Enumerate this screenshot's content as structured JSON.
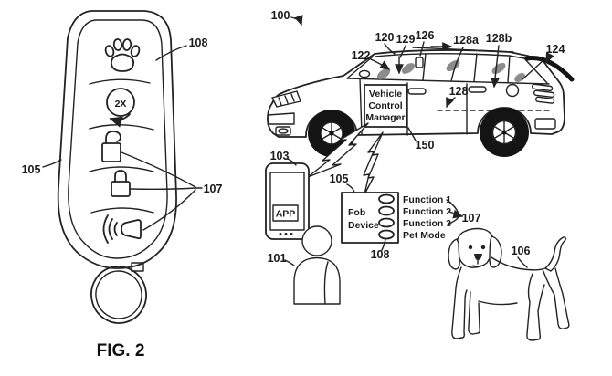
{
  "page": {
    "background": "#ffffff",
    "ink": "#222222",
    "pet_shade": "#8c8c8c"
  },
  "fig2": {
    "caption": "FIG. 2",
    "remote_start_text": "2X",
    "labels": {
      "shell": "105",
      "button_panel": "108",
      "buttons": "107"
    },
    "icons": {
      "paw": "paw-icon",
      "remote_start": "remote-start-2x-icon",
      "unlock": "unlock-icon",
      "lock": "lock-icon",
      "panic": "panic-horn-icon",
      "keyring": "key-ring-icon"
    }
  },
  "system": {
    "labels": {
      "system": "100",
      "windshield": "122",
      "roof": "120",
      "vent_arrow": "129",
      "seat": "126",
      "second_row": "128a",
      "third_row": "128b",
      "liftgate": "124",
      "zone": "128",
      "controller": "150",
      "phone": "103",
      "fob": "105",
      "user": "101",
      "pet_mode_button": "108",
      "functions": "107",
      "dog": "106"
    },
    "controller_box": {
      "line1": "Vehicle",
      "line2": "Control",
      "line3": "Manager"
    },
    "phone": {
      "app_label": "APP"
    },
    "fob_box": {
      "line1": "Fob",
      "line2": "Device"
    },
    "functions": [
      "Function 1",
      "Function 2",
      "Function 3",
      "Pet Mode"
    ]
  }
}
